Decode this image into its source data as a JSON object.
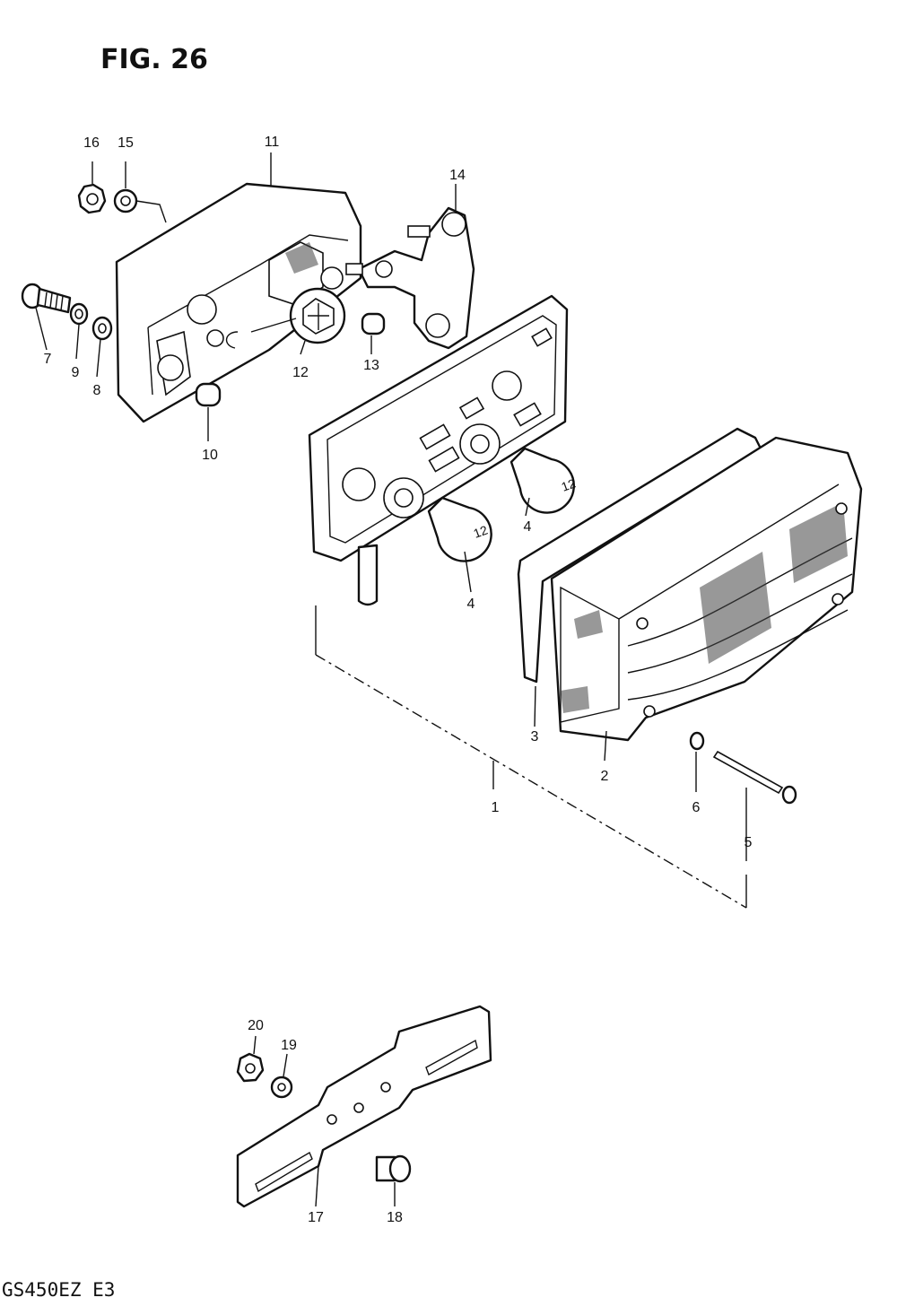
{
  "figure": {
    "title": "FIG. 26",
    "model_code": "GS450EZ  E3"
  },
  "labels": {
    "p1": "1",
    "p2": "2",
    "p3": "3",
    "p4a": "4",
    "p4b": "4",
    "p5": "5",
    "p6": "6",
    "p7": "7",
    "p8": "8",
    "p9": "9",
    "p10": "10",
    "p11": "11",
    "p12": "12",
    "p13": "13",
    "p14": "14",
    "p15": "15",
    "p16": "16",
    "p17": "17",
    "p18": "18",
    "p19": "19",
    "p20": "20"
  }
}
